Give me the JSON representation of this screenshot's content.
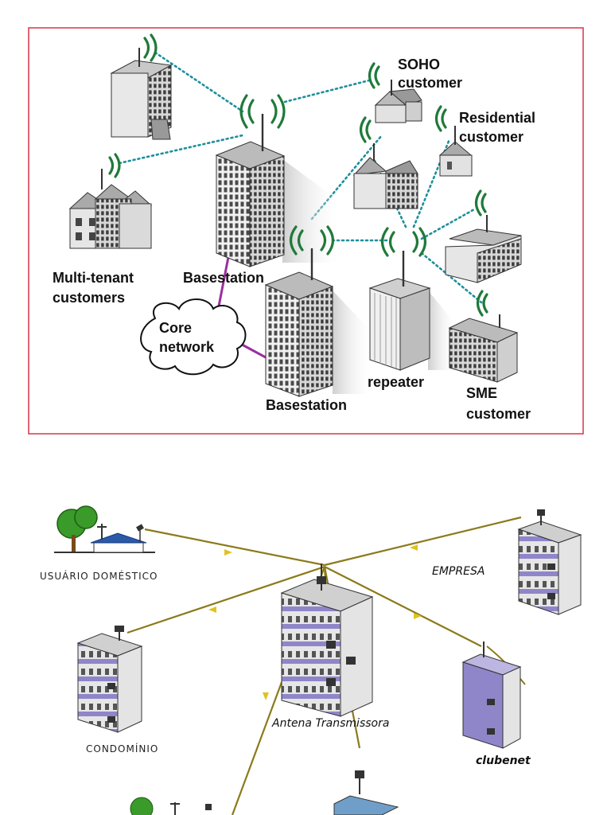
{
  "colors": {
    "frame_border": "#d9344a",
    "wireless_link": "#1e8f9a",
    "wave": "#1f7a3a",
    "core_link": "#9b2f9e",
    "feeder_link": "#c2a51d",
    "building_purple": "#8f86c9"
  },
  "top_diagram": {
    "labels": {
      "soho": [
        "SOHO",
        "customer"
      ],
      "residential": [
        "Residential",
        "customer"
      ],
      "multi_tenant": [
        "Multi-tenant",
        "customers"
      ],
      "basestation_upper": "Basestation",
      "basestation_lower": "Basestation",
      "core_network": [
        "Core",
        "network"
      ],
      "repeater": "repeater",
      "sme": [
        "SME",
        "customer"
      ]
    }
  },
  "bottom_diagram": {
    "labels": {
      "usuario": "USUÁRIO DOMÉSTICO",
      "empresa": "EMPRESA",
      "antena": "Antena Transmissora",
      "condominio": "CONDOMÍNIO",
      "clubenet": "clubenet"
    }
  }
}
